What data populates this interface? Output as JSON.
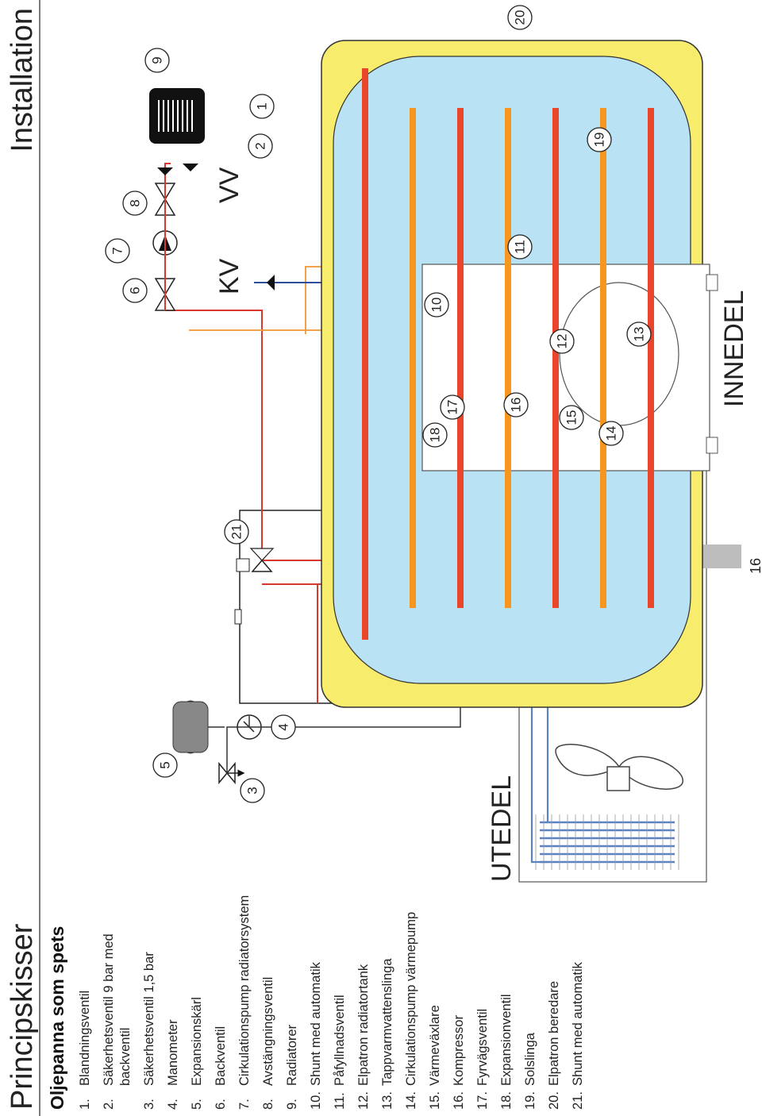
{
  "header": {
    "left": "Principskisser",
    "right": "Installation"
  },
  "subtitle": "Oljepanna som spets",
  "legend": [
    {
      "num": "1.",
      "lines": [
        "Blandningsventil"
      ]
    },
    {
      "num": "2.",
      "lines": [
        "Säkerhetsventil 9 bar med",
        "backventil"
      ]
    },
    {
      "num": "3.",
      "lines": [
        "Säkerhetsventil 1,5 bar"
      ]
    },
    {
      "num": "4.",
      "lines": [
        "Manometer"
      ]
    },
    {
      "num": "5.",
      "lines": [
        "Expansionskärl"
      ]
    },
    {
      "num": "6.",
      "lines": [
        "Backventil"
      ]
    },
    {
      "num": "7.",
      "lines": [
        "Cirkulationspump radiatorsystem"
      ]
    },
    {
      "num": "8.",
      "lines": [
        "Avstängningsventil"
      ]
    },
    {
      "num": "9.",
      "lines": [
        "Radiatorer"
      ]
    },
    {
      "num": "10.",
      "lines": [
        "Shunt med automatik"
      ]
    },
    {
      "num": "11.",
      "lines": [
        "Påfyllnadsventil"
      ]
    },
    {
      "num": "12.",
      "lines": [
        "Elpatron radiatortank"
      ]
    },
    {
      "num": "13.",
      "lines": [
        "Tappvarmvattenslinga"
      ]
    },
    {
      "num": "14.",
      "lines": [
        "Cirkulationspump värmepump"
      ]
    },
    {
      "num": "15.",
      "lines": [
        "Värmeväxlare"
      ]
    },
    {
      "num": "16.",
      "lines": [
        "Kompressor"
      ]
    },
    {
      "num": "17.",
      "lines": [
        "Fyrvägsventil"
      ]
    },
    {
      "num": "18.",
      "lines": [
        "Expansionventil"
      ]
    },
    {
      "num": "19.",
      "lines": [
        "Solslinga"
      ]
    },
    {
      "num": "20.",
      "lines": [
        "Elpatron beredare"
      ]
    },
    {
      "num": "21.",
      "lines": [
        "Shunt med automatik"
      ]
    }
  ],
  "labels": {
    "utedel": "UTEDEL",
    "innedel": "INNEDEL",
    "kv": "KV",
    "vv": "VV",
    "page_number": "16"
  },
  "callouts": {
    "c1": "1",
    "c2": "2",
    "c3": "3",
    "c4": "4",
    "c5": "5",
    "c6": "6",
    "c7": "7",
    "c8": "8",
    "c9": "9",
    "c10": "10",
    "c11": "11",
    "c12": "12",
    "c13": "13",
    "c14": "14",
    "c15": "15",
    "c16": "16",
    "c17": "17",
    "c18": "18",
    "c19": "19",
    "c20": "20",
    "c21": "21"
  },
  "colors": {
    "pipe_red": "#d9392c",
    "pipe_orange": "#f0a24a",
    "pipe_blue": "#2e4f9c",
    "pipe_light_blue": "#5b83c4",
    "tank_shell": "#f8ec6c",
    "tank_water": "#b9e2f4",
    "coil_red": "#e8452a",
    "coil_orange": "#f6961f",
    "coil_purple": "#6a3fa0",
    "grey_bar": "#bdbdbd"
  }
}
